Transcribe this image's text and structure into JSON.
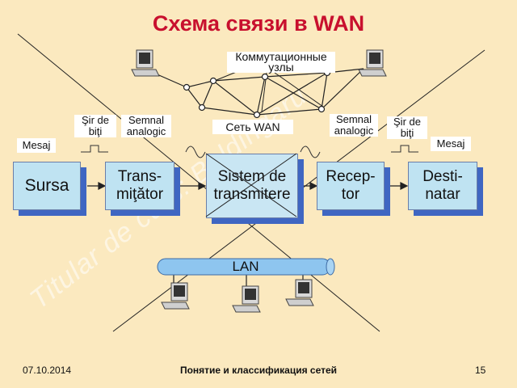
{
  "title": "Схема связи в WAN",
  "watermark": "Titular de curs: Boldingaru",
  "nodes_label": "Коммутационные узлы",
  "wan_label": "Сеть  WAN",
  "lan_label": "LAN",
  "labels": {
    "mesaj_left": "Mesaj",
    "sir_biti_left": "Şir de biţi",
    "semnal_left": "Semnal analogic",
    "semnal_right": "Semnal analogic",
    "sir_biti_right": "Şir de biţi",
    "mesaj_right": "Mesaj"
  },
  "blocks": {
    "sursa": "Sursa",
    "transmitator": "Trans-\nmiţător",
    "sistem": "Sistem de transmitere",
    "receptor": "Recep-\ntor",
    "destinatar": "Desti-\nnatar"
  },
  "footer": {
    "date": "07.10.2014",
    "center": "Понятие и классификация сетей",
    "page": "15"
  },
  "colors": {
    "title": "#c8102e",
    "background": "#fbe9bf",
    "block_fill": "#bfe3f2",
    "block_shadow": "#3f66c2"
  }
}
